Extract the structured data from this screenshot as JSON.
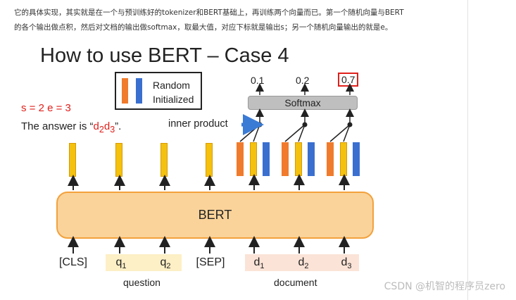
{
  "article": {
    "line1": "它的具体实现，其实就是在一个与预训练好的tokenizer和BERT基础上，再训练两个向量而已。第一个随机向量与BERT",
    "line2": "的各个输出做点积，然后对文档的输出做softmax，取最大值，对应下标就是输出s；另一个随机向量输出的就是e。"
  },
  "slide": {
    "title": "How to use BERT – Case 4",
    "legend_line1": "Random",
    "legend_line2": "Initialized",
    "s_e": "s = 2   e = 3",
    "answer_prefix": "The answer is “",
    "answer_d": "d",
    "answer_sub1": "2",
    "answer_sub2": "3",
    "answer_suffix": "”.",
    "inner_product": "inner product",
    "softmax": "Softmax",
    "probs": [
      "0.1",
      "0.2",
      "0.7"
    ],
    "bert": "BERT",
    "tokens": {
      "cls": "[CLS]",
      "q": "q",
      "sep": "[SEP]",
      "d": "d",
      "sub1": "1",
      "sub2": "2",
      "sub3": "3"
    },
    "question_label": "question",
    "document_label": "document"
  },
  "colors": {
    "accent_red": "#e0201b",
    "orange_vector": "#f07b2c",
    "blue_vector": "#3a6fd0",
    "yellow_vector": "#f4c10e",
    "bert_fill": "#fad39a",
    "softmax_fill": "#bfbfbf",
    "inner_product_arrow": "#3a7bd5"
  },
  "watermark": "CSDN @机智的程序员zero"
}
